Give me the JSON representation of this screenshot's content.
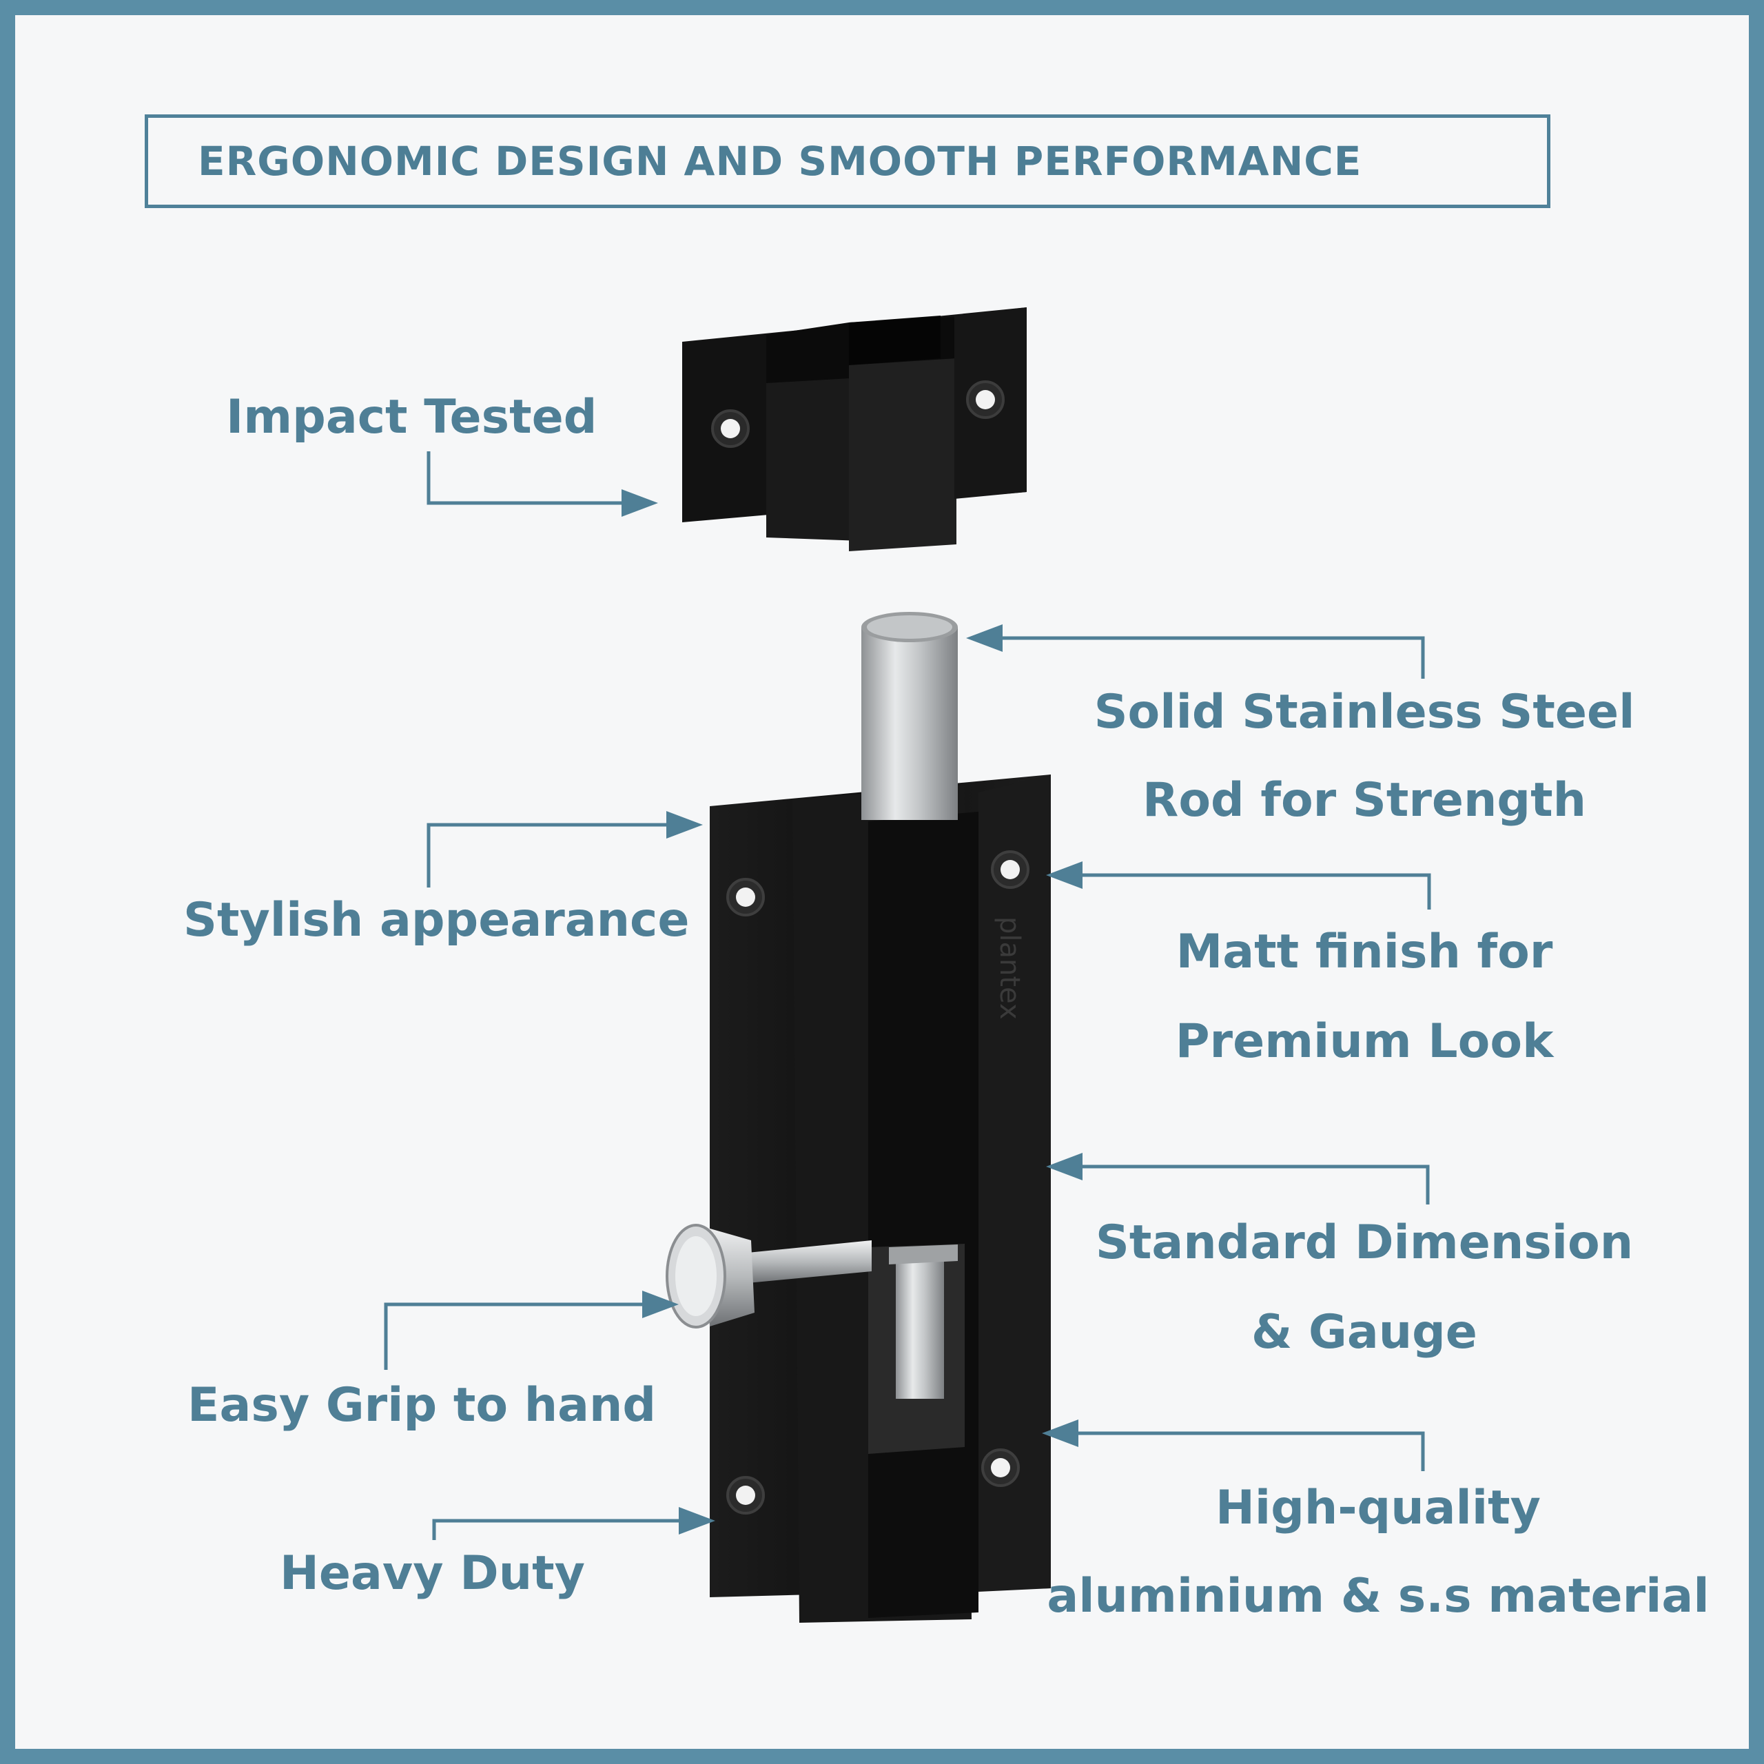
{
  "title": "ERGONOMIC DESIGN AND SMOOTH PERFORMANCE",
  "brand": "plantex",
  "colors": {
    "accent": "#4f7f96",
    "frame": "#5a8ea6",
    "product_black": "#141414",
    "steel": "#c9ccce"
  },
  "labels": {
    "impact": "Impact Tested",
    "rod_line1": "Solid Stainless Steel",
    "rod_line2": "Rod for Strength",
    "stylish": "Stylish appearance",
    "matt_line1": "Matt finish for",
    "matt_line2": "Premium Look",
    "standard_line1": "Standard Dimension",
    "standard_line2": "& Gauge",
    "grip": "Easy Grip to hand",
    "quality_line1": "High-quality",
    "quality_line2": "aluminium & s.s material",
    "heavy": "Heavy Duty"
  }
}
